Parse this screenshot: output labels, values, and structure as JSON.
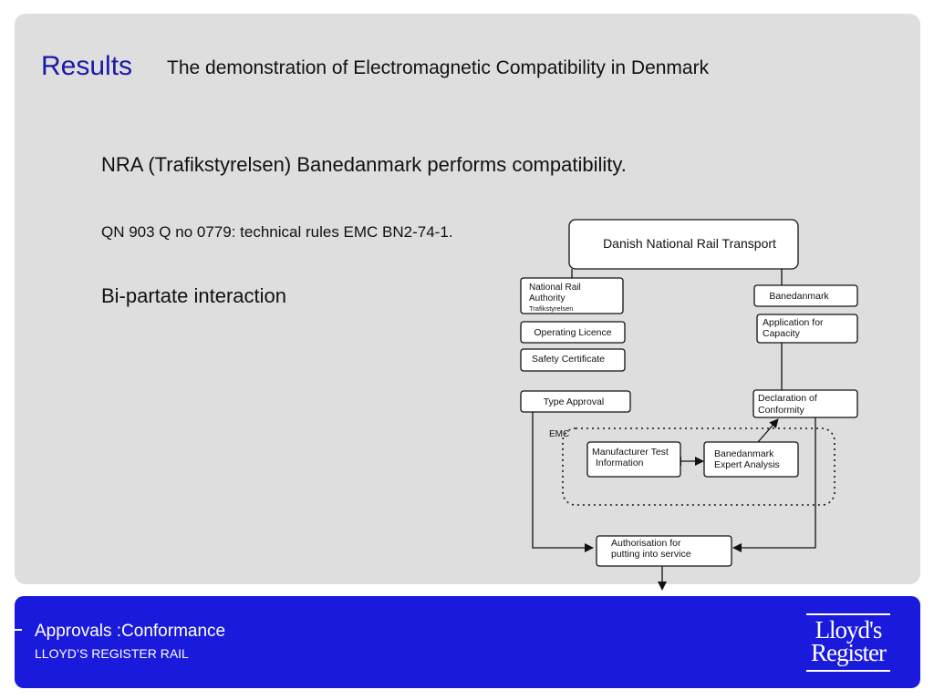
{
  "slide": {
    "title": "Results",
    "subtitle": "The demonstration of Electromagnetic Compatibility in Denmark",
    "line1": "NRA (Trafikstyrelsen)  Banedanmark performs compatibility.",
    "line2": "QN 903 Q no 0779: technical rules EMC BN2-74-1.",
    "line3": "Bi-partate interaction"
  },
  "diagram": {
    "top": "Danish National Rail Transport",
    "nra_line1": "National Rail",
    "nra_line2": "Authority",
    "nra_line3": "Trafikstyrelsen",
    "operating_licence": "Operating Licence",
    "safety_certificate": "Safety Certificate",
    "type_approval": "Type Approval",
    "banedanmark": "Banedanmark",
    "application_line1": "Application for",
    "application_line2": "Capacity",
    "declaration_line1": "Declaration of",
    "declaration_line2": "Conformity",
    "emc_label": "EMC",
    "manufacturer_line1": "Manufacturer Test",
    "manufacturer_line2": "Information",
    "expert_line1": "Banedanmark",
    "expert_line2": "Expert Analysis",
    "authorisation_line1": "Authorisation for",
    "authorisation_line2": "putting into service"
  },
  "footer": {
    "main": "Approvals :Conformance",
    "sub": "LLOYD’S REGISTER RAIL",
    "logo_line1": "Lloyd's",
    "logo_line2": "Register"
  },
  "colors": {
    "title": "#1a1aa8",
    "footer_bg": "#1a1adc",
    "panel_bg": "#dedede"
  }
}
